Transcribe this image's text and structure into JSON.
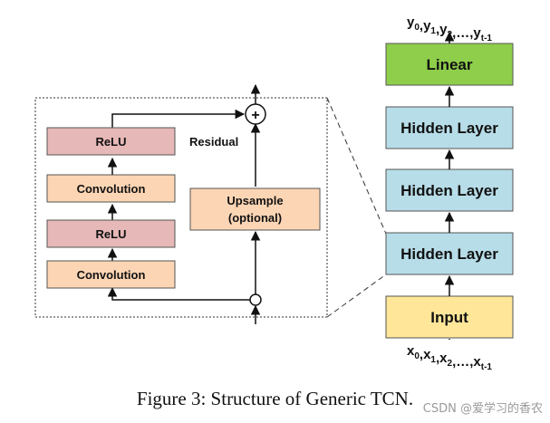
{
  "caption": "Figure 3: Structure of Generic TCN.",
  "watermark": "CSDN @爱学习的香农",
  "stack": {
    "output_label": "y",
    "output_subs": [
      "0",
      "1",
      "2",
      "...",
      "t-1"
    ],
    "input_label": "x",
    "input_subs": [
      "0",
      "1",
      "2",
      "...",
      "t-1"
    ],
    "layers": [
      {
        "key": "linear",
        "label": "Linear",
        "fill": "#8ece4a"
      },
      {
        "key": "hidden-3",
        "label": "Hidden Layer",
        "fill": "#b7dde8"
      },
      {
        "key": "hidden-2",
        "label": "Hidden Layer",
        "fill": "#b7dde8"
      },
      {
        "key": "hidden-1",
        "label": "Hidden Layer",
        "fill": "#b7dde8"
      },
      {
        "key": "input",
        "label": "Input",
        "fill": "#ffe699"
      }
    ]
  },
  "block": {
    "relu_top": "ReLU",
    "conv_top": "Convolution",
    "relu_bottom": "ReLU",
    "conv_bottom": "Convolution",
    "upsample_line1": "Upsample",
    "upsample_line2": "(optional)",
    "residual": "Residual",
    "sum_symbol": "+"
  },
  "colors": {
    "relu": "#e6b8b7",
    "conv": "#fcd5b4",
    "linear": "#8ece4a",
    "hidden": "#b7dde8",
    "input": "#ffe699",
    "stroke": "#555555"
  }
}
